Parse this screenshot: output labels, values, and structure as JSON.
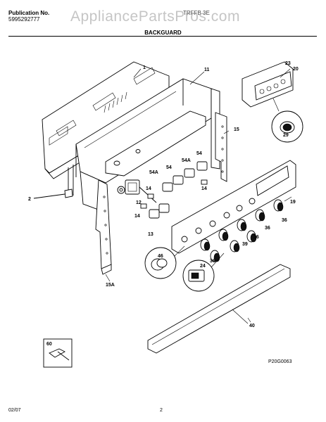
{
  "header": {
    "publication_label": "Publication No.",
    "publication_number": "5995292777",
    "model": "TRFFB 3E",
    "watermark": "AppliancePartsPros.com"
  },
  "section_title": "BACKGUARD",
  "callouts": {
    "c1": "1",
    "c11": "11",
    "c23": "23",
    "c20": "20",
    "c29": "29",
    "c15": "15",
    "c54a_1": "54A",
    "c54_1": "54",
    "c54a_2": "54A",
    "c54_2": "54",
    "c14_1": "14",
    "c14_2": "14",
    "c14_3": "14",
    "c12": "12",
    "c13": "13",
    "c2": "2",
    "c19": "19",
    "c36_1": "36",
    "c36_2": "36",
    "c36_3": "36",
    "c36_4": "36",
    "c39": "39",
    "c46": "46",
    "c24": "24",
    "c15a": "15A",
    "c40": "40",
    "c60": "60"
  },
  "diagram_code": "P20G0063",
  "footer": {
    "date": "02/07",
    "page": "2"
  }
}
